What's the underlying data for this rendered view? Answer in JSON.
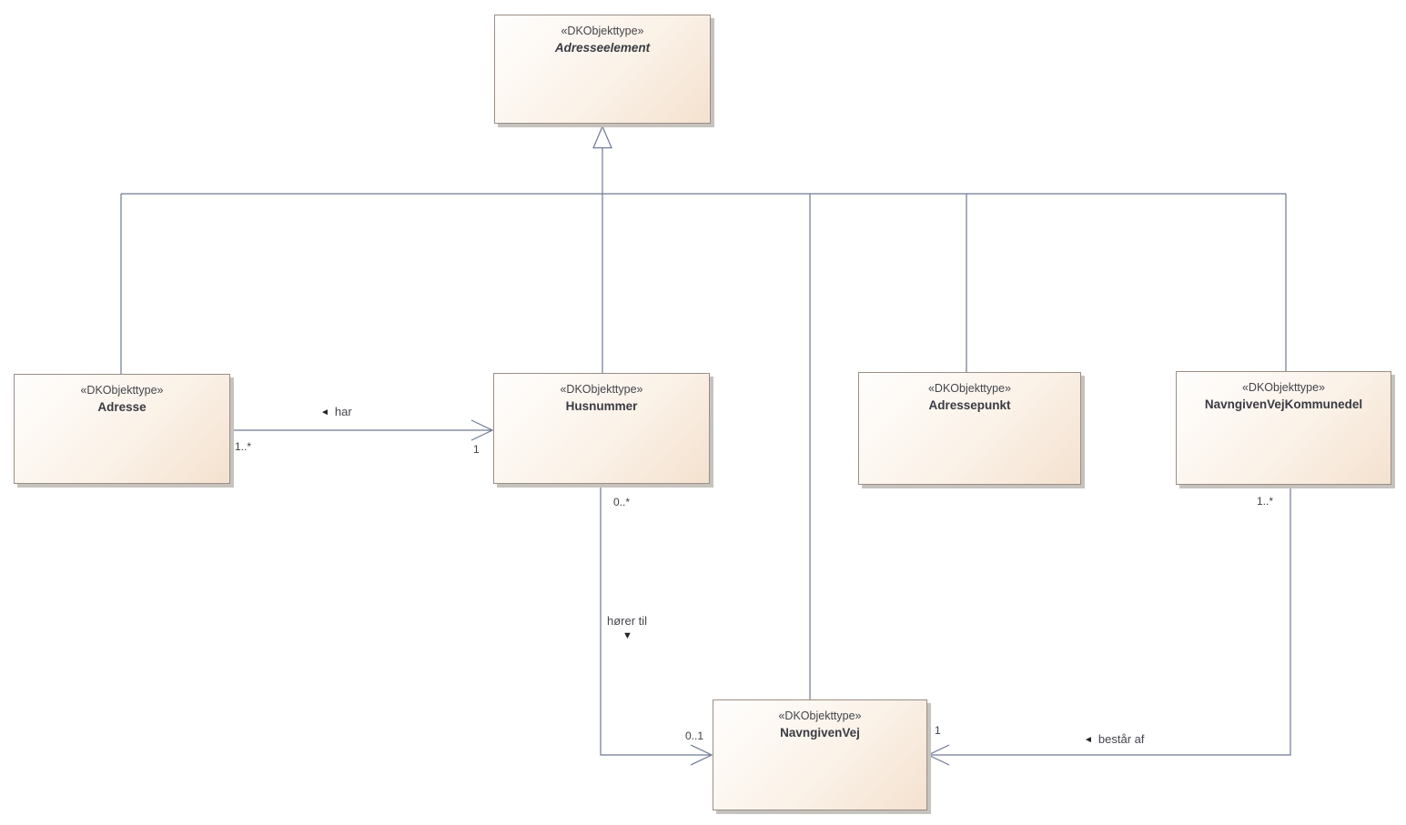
{
  "diagram": {
    "type": "uml-class-diagram",
    "nodes": {
      "adresseelement": {
        "stereotype": "«DKObjekttype»",
        "name": "Adresseelement",
        "abstract": true
      },
      "adresse": {
        "stereotype": "«DKObjekttype»",
        "name": "Adresse",
        "abstract": false
      },
      "husnummer": {
        "stereotype": "«DKObjekttype»",
        "name": "Husnummer",
        "abstract": false
      },
      "adressepunkt": {
        "stereotype": "«DKObjekttype»",
        "name": "Adressepunkt",
        "abstract": false
      },
      "navngivenvejkommunedel": {
        "stereotype": "«DKObjekttype»",
        "name": "NavngivenVejKommunedel",
        "abstract": false
      },
      "navngivenvej": {
        "stereotype": "«DKObjekttype»",
        "name": "NavngivenVej",
        "abstract": false
      }
    },
    "generalization": {
      "parent": "Adresseelement",
      "children": [
        "Adresse",
        "Husnummer",
        "NavngivenVej",
        "Adressepunkt",
        "NavngivenVejKommunedel"
      ]
    },
    "associations": [
      {
        "label": "har",
        "direction_icon": "◄",
        "from": "Adresse",
        "to": "Husnummer",
        "from_multiplicity": "1..*",
        "to_multiplicity": "1"
      },
      {
        "label": "hører til",
        "direction_icon": "▼",
        "from": "Husnummer",
        "to": "NavngivenVej",
        "from_multiplicity": "0..*",
        "to_multiplicity": "0..1"
      },
      {
        "label": "består af",
        "direction_icon": "◄",
        "from": "NavngivenVejKommunedel",
        "to": "NavngivenVej",
        "from_multiplicity": "1..*",
        "to_multiplicity": "1"
      }
    ],
    "colors": {
      "line": "#6d7994",
      "node_border": "#9a8e85",
      "node_fill_start": "#fffefd",
      "node_fill_end": "#f4e1cf",
      "node_shadow": "#c6c2be",
      "text": "#3e3f47"
    }
  }
}
